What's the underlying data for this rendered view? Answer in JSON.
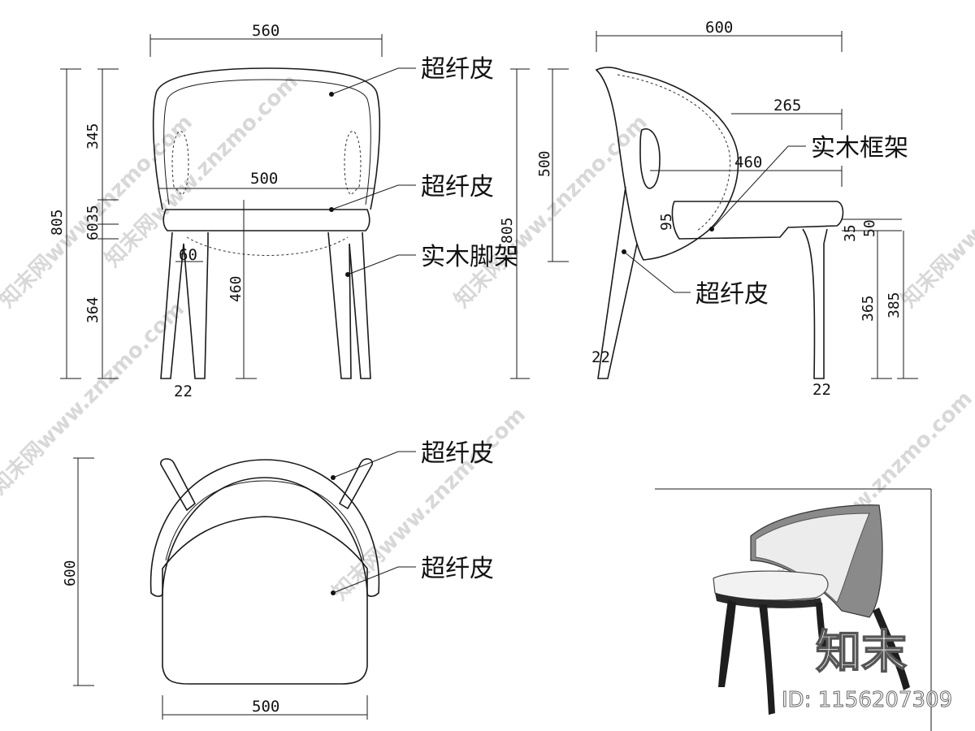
{
  "views": {
    "front": {
      "dims": {
        "width_top": "560",
        "height_total": "805",
        "back_height": "345",
        "seat_thick_a": "35",
        "seat_thick_b": "60",
        "leg_height": "364",
        "leg_spacing": "60",
        "seat_height": "460",
        "seat_width": "500",
        "leg_width": "22"
      },
      "labels": {
        "back_material": "超纤皮",
        "seat_material": "超纤皮",
        "leg_material": "实木脚架"
      }
    },
    "side": {
      "dims": {
        "depth": "600",
        "back_height": "500",
        "height_total": "805",
        "arm_depth": "265",
        "seat_depth": "460",
        "seat_edge": "95",
        "seat_thick_a": "35",
        "seat_thick_b": "50",
        "leg_height_a": "365",
        "leg_height_b": "385",
        "leg_width_front": "22",
        "leg_width_back": "22"
      },
      "labels": {
        "frame_material": "实木框架",
        "shell_material": "超纤皮"
      }
    },
    "top": {
      "dims": {
        "depth": "600",
        "width": "500"
      },
      "labels": {
        "back_material": "超纤皮",
        "seat_material": "超纤皮"
      }
    }
  },
  "watermark": {
    "text": "知末网www.znzmo.com",
    "logo": "知末",
    "id_label": "ID: 1156207309"
  }
}
